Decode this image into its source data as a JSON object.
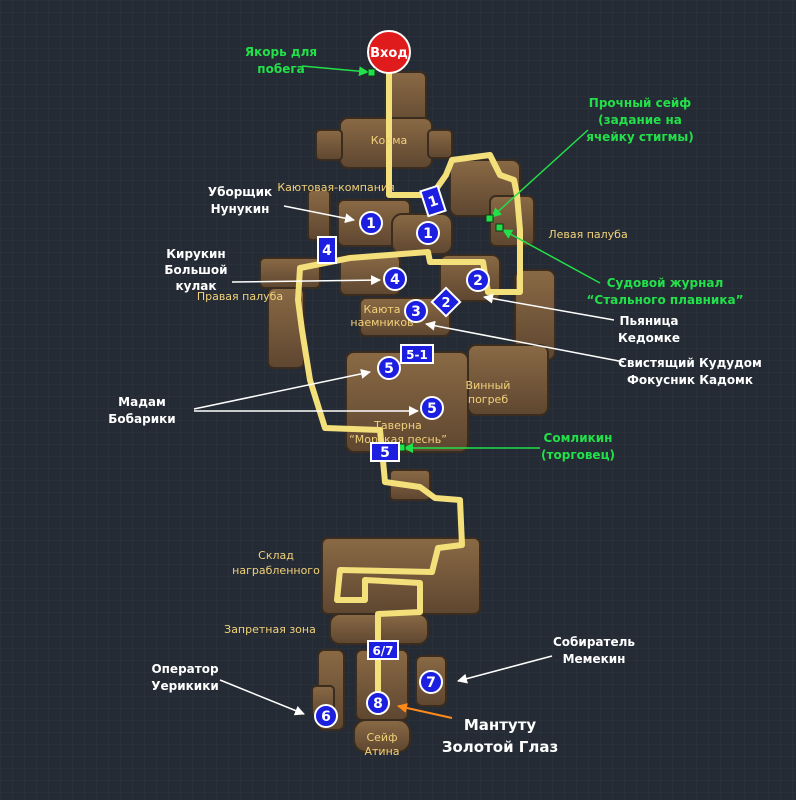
{
  "colors": {
    "background": "#252b34",
    "route": "#f4e07a",
    "marker_fill": "#1c1fe0",
    "label_white": "#ffffff",
    "label_green": "#22e04a",
    "label_yellow": "#f2d27a",
    "entrance": "#e01b1b",
    "orange_pointer": "#ff8a1a"
  },
  "entrance": {
    "label": "Вход"
  },
  "room_labels": {
    "korma": "Корма",
    "kayut_kompaniya": "Каютовая-компания",
    "levaya_paluba": "Левая палуба",
    "pravaya_paluba": "Правая палуба",
    "kayuta_line1": "Каюта",
    "kayuta_line2": "наемников",
    "vinnyi_line1": "Винный",
    "vinnyi_line2": "погреб",
    "taverna_line1": "Таверна",
    "taverna_line2": "“Морская песнь”",
    "sklad_line1": "Склад",
    "sklad_line2": "награбленного",
    "zapretnaya": "Запретная зона",
    "seif_line1": "Сейф",
    "seif_line2": "Атина"
  },
  "callouts": {
    "yakor_line1": "Якорь для",
    "yakor_line2": "побега",
    "seif_stigma_line1": "Прочный сейф",
    "seif_stigma_line2": "(задание на",
    "seif_stigma_line3": "ячейку стигмы)",
    "zhurnal_line1": "Судовой журнал",
    "zhurnal_line2": "“Стального плавника”",
    "somlikin_line1": "Сомликин",
    "somlikin_line2": "(торговец)",
    "uborshik_line1": "Уборщик",
    "uborshik_line2": "Нунукин",
    "kirukin_line1": "Кирукин",
    "kirukin_line2": "Большой",
    "kirukin_line3": "кулак",
    "pyanica_line1": "Пьяница",
    "pyanica_line2": "Кедомке",
    "svist_line1": "Свистящий Кудудом",
    "svist_line2": "Фокусник Кадомк",
    "madam_line1": "Мадам",
    "madam_line2": "Бобарики",
    "sobiratel_line1": "Собиратель",
    "sobiratel_line2": "Мемекин",
    "operator_line1": "Оператор",
    "operator_line2": "Уерикики",
    "mantutu_line1": "Мантуту",
    "mantutu_line2": "Золотой Глаз"
  },
  "markers": {
    "m1a": "1",
    "m1b": "1",
    "m2": "2",
    "m3": "3",
    "m4": "4",
    "m5a": "5",
    "m5b": "5",
    "m6": "6",
    "m7": "7",
    "m8": "8"
  },
  "flags": {
    "f1": "1",
    "f2": "2",
    "f4": "4",
    "f5": "5",
    "f51": "5-1",
    "f67": "6/7"
  }
}
